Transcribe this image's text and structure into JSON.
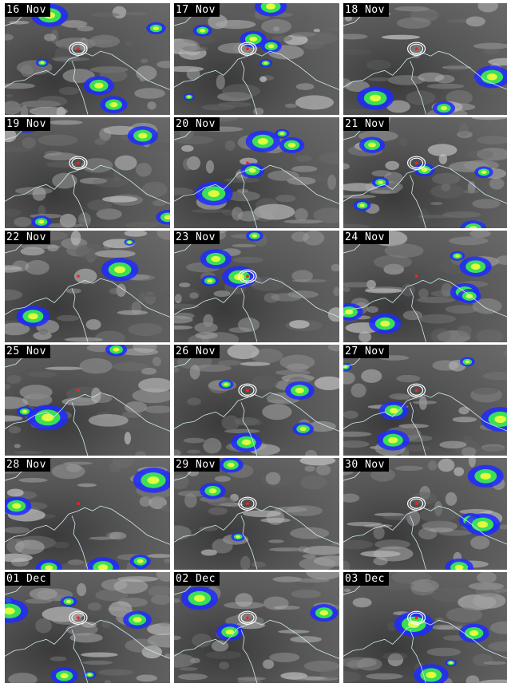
{
  "panels": [
    {
      "date": "16 Nov",
      "ring": true
    },
    {
      "date": "17 Nov",
      "ring": true
    },
    {
      "date": "18 Nov",
      "ring": true
    },
    {
      "date": "19 Nov",
      "ring": true
    },
    {
      "date": "20 Nov",
      "ring": false
    },
    {
      "date": "21 Nov",
      "ring": true
    },
    {
      "date": "22 Nov",
      "ring": false
    },
    {
      "date": "23 Nov",
      "ring": true
    },
    {
      "date": "24 Nov",
      "ring": false
    },
    {
      "date": "25 Nov",
      "ring": false
    },
    {
      "date": "26 Nov",
      "ring": true
    },
    {
      "date": "27 Nov",
      "ring": true
    },
    {
      "date": "28 Nov",
      "ring": false
    },
    {
      "date": "29 Nov",
      "ring": true
    },
    {
      "date": "30 Nov",
      "ring": true
    },
    {
      "date": "01 Dec",
      "ring": true
    },
    {
      "date": "02 Dec",
      "ring": true
    },
    {
      "date": "03 Dec",
      "ring": true
    }
  ],
  "colors": {
    "cold_cloud": "#1f2bff",
    "colder_cloud": "#3cff3c",
    "coldest_cloud": "#ffff3c",
    "coastline": "#cfeaf0",
    "ring": "#ffffff",
    "marker": "#ff2020"
  }
}
